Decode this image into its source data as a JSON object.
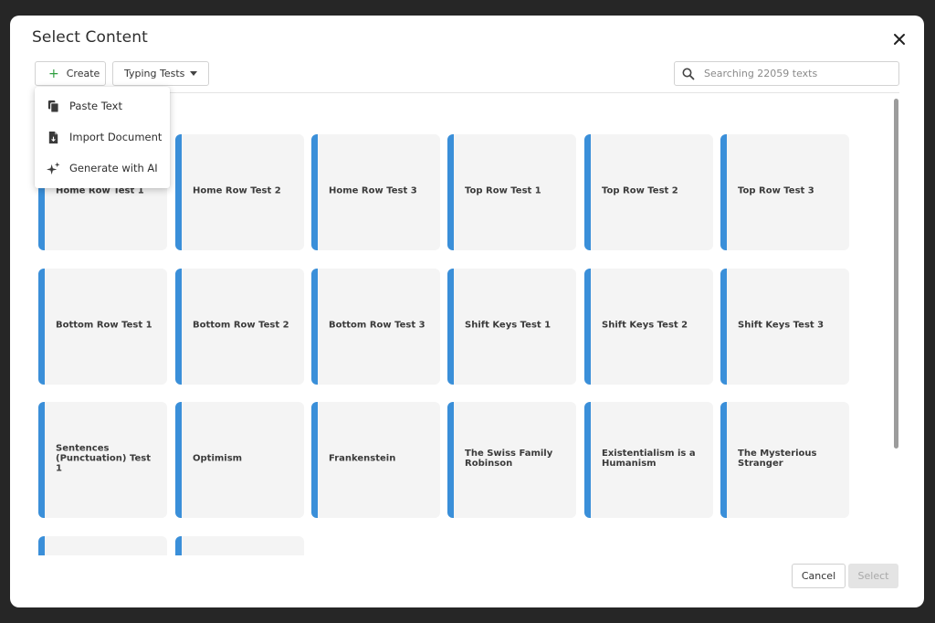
{
  "dialog": {
    "title": "Select Content"
  },
  "toolbar": {
    "create_label": "Create",
    "category_label": "Typing Tests"
  },
  "search": {
    "placeholder": "Searching 22059 texts"
  },
  "create_menu": {
    "items": [
      {
        "label": "Paste Text",
        "icon": "paste-icon"
      },
      {
        "label": "Import Document",
        "icon": "document-icon"
      },
      {
        "label": "Generate with AI",
        "icon": "sparkle-icon"
      }
    ]
  },
  "cards": [
    {
      "title": "Home Row Test 1"
    },
    {
      "title": "Home Row Test 2"
    },
    {
      "title": "Home Row Test 3"
    },
    {
      "title": "Top Row Test 1"
    },
    {
      "title": "Top Row Test 2"
    },
    {
      "title": "Top Row Test 3"
    },
    {
      "title": "Bottom Row Test 1"
    },
    {
      "title": "Bottom Row Test 2"
    },
    {
      "title": "Bottom Row Test 3"
    },
    {
      "title": "Shift Keys Test 1"
    },
    {
      "title": "Shift Keys Test 2"
    },
    {
      "title": "Shift Keys Test 3"
    },
    {
      "title": "Sentences (Punctuation) Test 1"
    },
    {
      "title": "Optimism"
    },
    {
      "title": "Frankenstein"
    },
    {
      "title": "The Swiss Family Robinson"
    },
    {
      "title": "Existentialism is a Humanism"
    },
    {
      "title": "The Mysterious Stranger"
    },
    {
      "title": ""
    },
    {
      "title": ""
    }
  ],
  "footer": {
    "cancel_label": "Cancel",
    "select_label": "Select"
  },
  "colors": {
    "accent_bar": "#3a8fd9",
    "create_plus": "#2e9e3f"
  }
}
